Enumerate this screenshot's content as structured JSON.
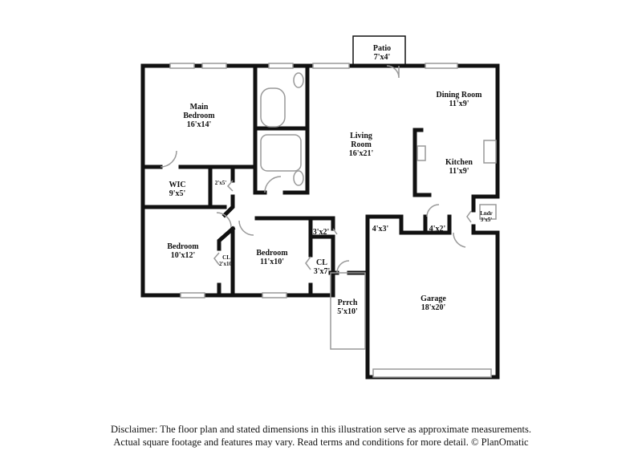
{
  "rooms": {
    "patio": {
      "name": "Patio",
      "size": "7'x4'"
    },
    "dining": {
      "name": "Dining Room",
      "size": "11'x9'"
    },
    "main_bedroom": {
      "name": "Main Bedroom",
      "size": "16'x14'"
    },
    "living": {
      "name": "Living Room",
      "size": "16'x21'"
    },
    "kitchen": {
      "name": "Kitchen",
      "size": "11'x9'"
    },
    "wic": {
      "name": "WIC",
      "size": "9'x5'"
    },
    "closet_2x5": {
      "size": "2'x5'"
    },
    "laundry": {
      "name": "Lndr",
      "size": "3'x5'"
    },
    "closet_4x3": {
      "size": "4'x3'"
    },
    "closet_4x2": {
      "size": "4'x2'"
    },
    "closet_3x2": {
      "size": "3'x2'"
    },
    "bedroom2": {
      "name": "Bedroom",
      "size": "10'x12'"
    },
    "bedroom2_cl": {
      "name": "CL",
      "size": "2'x10'"
    },
    "bedroom3": {
      "name": "Bedroom",
      "size": "11'x10'"
    },
    "bedroom3_cl": {
      "name": "CL",
      "size": "3'x7'"
    },
    "garage": {
      "name": "Garage",
      "size": "18'x20'"
    },
    "porch": {
      "name": "Prrch",
      "size": "5'x10'"
    }
  },
  "disclaimer": {
    "line1": "Disclaimer: The floor plan and stated dimensions in this illustration serve as approximate measurements.",
    "line2": "Actual square footage and features may vary. Read terms and conditions for more detail. © PlanOmatic"
  },
  "colors": {
    "wall": "#111111",
    "fixture": "#999999"
  }
}
